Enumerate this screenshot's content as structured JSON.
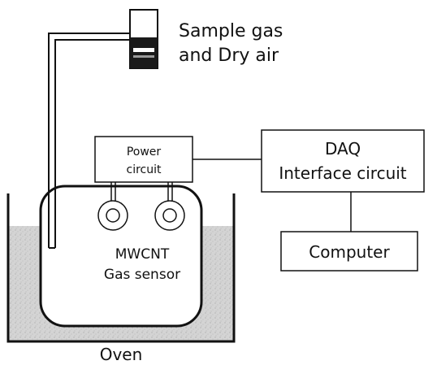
{
  "diagram": {
    "gas_source_label_line1": "Sample gas",
    "gas_source_label_line2": "and Dry air",
    "power_circuit_label_line1": "Power",
    "power_circuit_label_line2": "circuit",
    "daq_label_line1": "DAQ",
    "daq_label_line2": "Interface circuit",
    "computer_label": "Computer",
    "sensor_label_line1": "MWCNT",
    "sensor_label_line2": "Gas sensor",
    "oven_label": "Oven",
    "colors": {
      "stroke": "#111111",
      "oven_fill": "#d4d4d4",
      "chamber_fill": "#ffffff",
      "background": "#ffffff"
    }
  }
}
